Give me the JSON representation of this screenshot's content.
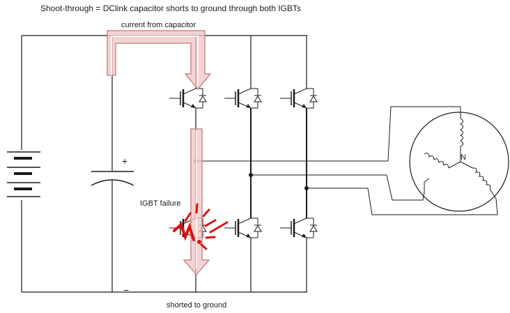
{
  "diagram": {
    "title": "Shoot-through = DClink capacitor shorts to ground through both IGBTs",
    "labels": {
      "current_from_capacitor": "current from capacitor",
      "igbt_failure": "IGBT failure",
      "shorted_to_ground": "shorted to ground",
      "cap_plus": "+",
      "cap_minus": "−",
      "motor_neutral": "N"
    }
  },
  "colors": {
    "wire": "#1a1a1a",
    "current_path_fill": "#f2c4c4",
    "current_path_stroke": "#c98b8b",
    "failure_marks": "#e01010"
  }
}
